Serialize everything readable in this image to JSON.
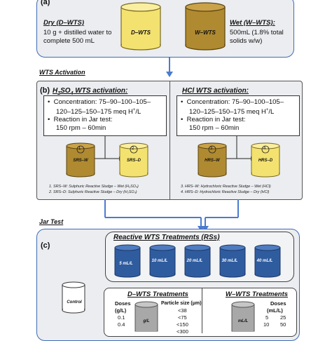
{
  "panel_a": {
    "label": "(a)",
    "dry_title": "Dry (D–WTS)",
    "dry_line1": "10 g + distilled water to",
    "dry_line2": "complete 500 mL",
    "dry_cyl": "D–WTS",
    "wet_cyl": "W–WTS",
    "wet_title": "Wet (W–WTS):",
    "wet_line1": "500mL (1.8% total",
    "wet_line2": "solids w/w)"
  },
  "activation_title": "WTS Activation",
  "panel_b": {
    "label": "(b)",
    "h2so4_title_pre": "H",
    "h2so4_sub2": "2",
    "h2so4_mid": "SO",
    "h2so4_sub4": "4",
    "h2so4_title_post": " WTS activation:",
    "hcl_title": "HCl WTS activation:",
    "conc_label": "Concentration: 75–90–100–105–",
    "conc_line2": "120–125–150–175 meq H",
    "conc_sup": "+",
    "conc_unit": "/L",
    "jar_label": "Reaction in Jar test:",
    "jar_value": "150 rpm – 60min",
    "cyl_srs_w": "SRS–W",
    "cyl_srs_d": "SRS–D",
    "cyl_hrs_w": "HRS–W",
    "cyl_hrs_d": "HRS–D",
    "num_1": "1",
    "num_2": "2",
    "num_3": "3",
    "num_4": "4",
    "note1": "1.   SRS–W: Sulphuric Reactive Sludge – Wet (H₂SO₄)",
    "note2": "2.   SRS–D: Sulphuric Reactive Sludge – Dry (H₂SO₄)",
    "note3": "3.   HRS–W: Hydrochloric Reactive Sludge – Wet (HCl)",
    "note4": "4.   HRS–D: Hydrochloric Reactive Sludge – Dry (HCl)"
  },
  "jar_test_title": "Jar Test",
  "panel_c": {
    "label": "(c)",
    "rs_title": "Reactive WTS Treatments (RSs)",
    "rs_doses": [
      "5 mL/L",
      "10 mL/L",
      "20 mL/L",
      "30 mL/L",
      "40 mL/L"
    ],
    "control": "Control",
    "dwts_title": "D–WTS Treatments",
    "wwts_title": "W–WTS Treatments",
    "doses_label": "Doses",
    "doses_unit": "(g/L)",
    "particle_label": "Particle size (μm)",
    "d_doses": [
      "0.1",
      "0.4"
    ],
    "particle_sizes": [
      "<38",
      "<75",
      "<150",
      "<300"
    ],
    "gl_cyl": "g/L",
    "mll_cyl": "mL/L",
    "w_doses_label": "Doses",
    "w_doses_unit": "(mL/L)",
    "w_doses_left": [
      "5",
      "10"
    ],
    "w_doses_right": [
      "25",
      "50"
    ]
  },
  "colors": {
    "panel_border": "#3f6bb5",
    "arrow": "#4a7bd0",
    "dark_gold": "#b08a30",
    "light_yellow": "#f5e27a",
    "rs_blue": "#2f5c9e",
    "grey_cyl": "#a8a8a8"
  }
}
